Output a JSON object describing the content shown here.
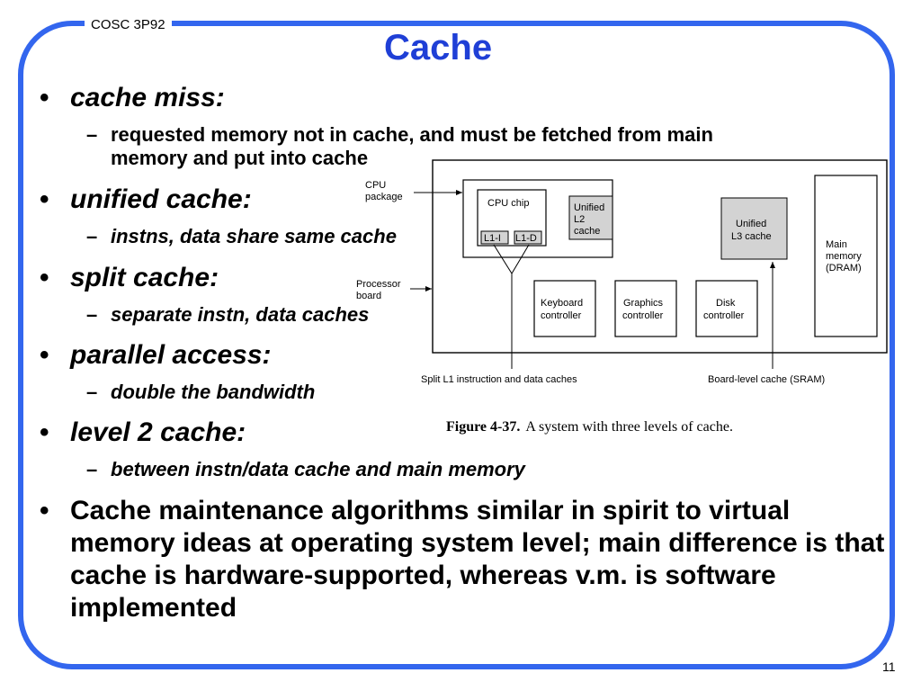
{
  "header": {
    "course": "COSC 3P92",
    "title": "Cache",
    "page_number": "11"
  },
  "bullets": [
    {
      "term": "cache miss:",
      "sub": [
        {
          "text": "requested memory not in cache, and must be fetched from main",
          "text2": "memory and put into cache",
          "italic": false
        }
      ]
    },
    {
      "term": "unified cache:",
      "sub": [
        {
          "text": "instns, data share same cache",
          "italic": true
        }
      ]
    },
    {
      "term": "split cache:",
      "sub": [
        {
          "text": "separate instn, data caches",
          "italic": true
        }
      ]
    },
    {
      "term": "parallel access:",
      "sub": [
        {
          "text": "double the bandwidth",
          "italic": true
        }
      ]
    },
    {
      "term": "level 2 cache:",
      "sub": [
        {
          "text": "between instn/data cache and main memory",
          "italic": true
        }
      ]
    }
  ],
  "final_bullet": "Cache maintenance algorithms similar in spirit to virtual memory ideas at operating system level;   main difference is that cache is hardware-supported, whereas  v.m. is software implemented",
  "figure": {
    "cpu_package_label": [
      "CPU",
      "package"
    ],
    "processor_board_label": [
      "Processor",
      "board"
    ],
    "cpu_chip": "CPU chip",
    "l1i": "L1-I",
    "l1d": "L1-D",
    "unified_l2": [
      "Unified",
      "L2",
      "cache"
    ],
    "unified_l3": [
      "Unified",
      "L3 cache"
    ],
    "main_memory": [
      "Main",
      "memory",
      "(DRAM)"
    ],
    "keyboard": [
      "Keyboard",
      "controller"
    ],
    "graphics": [
      "Graphics",
      "controller"
    ],
    "disk": [
      "Disk",
      "controller"
    ],
    "split_l1_label": "Split L1 instruction and data caches",
    "board_cache_label": "Board-level cache (SRAM)",
    "caption_num": "Figure 4-37.",
    "caption_text": "A system with three levels of cache."
  }
}
